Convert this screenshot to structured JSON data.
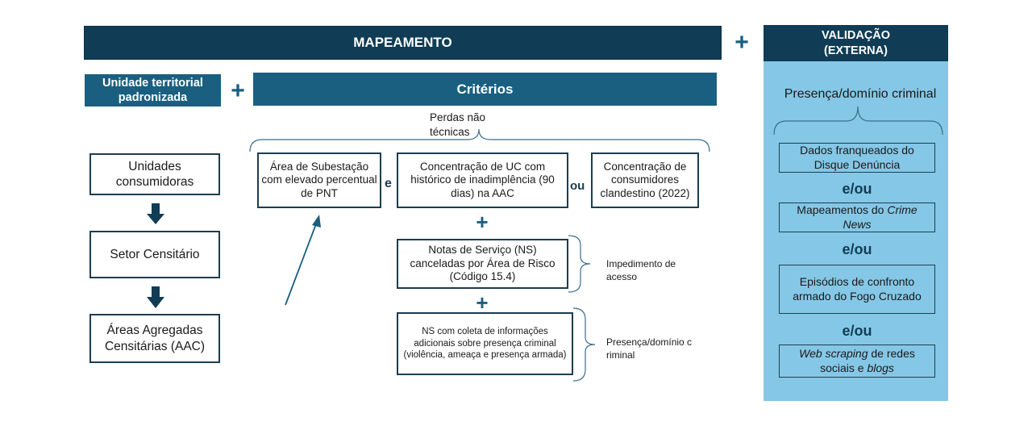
{
  "mapping": {
    "title": "MAPEAMENTO"
  },
  "plus": "+",
  "validation": {
    "title_line1": "VALIDAÇÃO",
    "title_line2": "(EXTERNA)",
    "subtitle": "Presença/domínio criminal",
    "items": [
      {
        "text": "Dados franqueados do Disque Denúncia"
      },
      {
        "pre": "Mapeamentos do ",
        "em": "Crime News",
        "post": ""
      },
      {
        "text": "Episódios de confronto armado do Fogo Cruzado"
      },
      {
        "em": "Web scraping",
        "mid": " de redes sociais e ",
        "em2": "blogs"
      }
    ],
    "connector": "e/ou",
    "colors": {
      "panel": "#85c7e6",
      "header": "#103d55"
    }
  },
  "territorial": {
    "title_line1": "Unidade territorial",
    "title_line2": "padronizada",
    "steps": [
      "Unidades consumidoras",
      "Setor Censitário",
      "Áreas Agregadas Censitárias (AAC)"
    ]
  },
  "criteria": {
    "title": "Critérios",
    "group_label": "Perdas não técnicas",
    "boxes": [
      "Área de Subestação com elevado percentual de PNT",
      "Concentração de UC com histórico de inadimplência (90 dias) na AAC",
      "Concentração de consumidores clandestino (2022)"
    ],
    "conj_and": "e",
    "conj_or": "ou",
    "notes_box": "Notas de Serviço (NS) canceladas por Área de Risco (Código 15.4)",
    "ns_box": "NS com coleta de informações adicionais sobre presença criminal (violência, ameaça e presença armada)",
    "label_impediment": "Impedimento de acesso",
    "label_presence": "Presença/domínio criminal"
  },
  "colors": {
    "dark_header": "#103d55",
    "mid_header": "#1a5f80",
    "border": "#1c3d50"
  }
}
